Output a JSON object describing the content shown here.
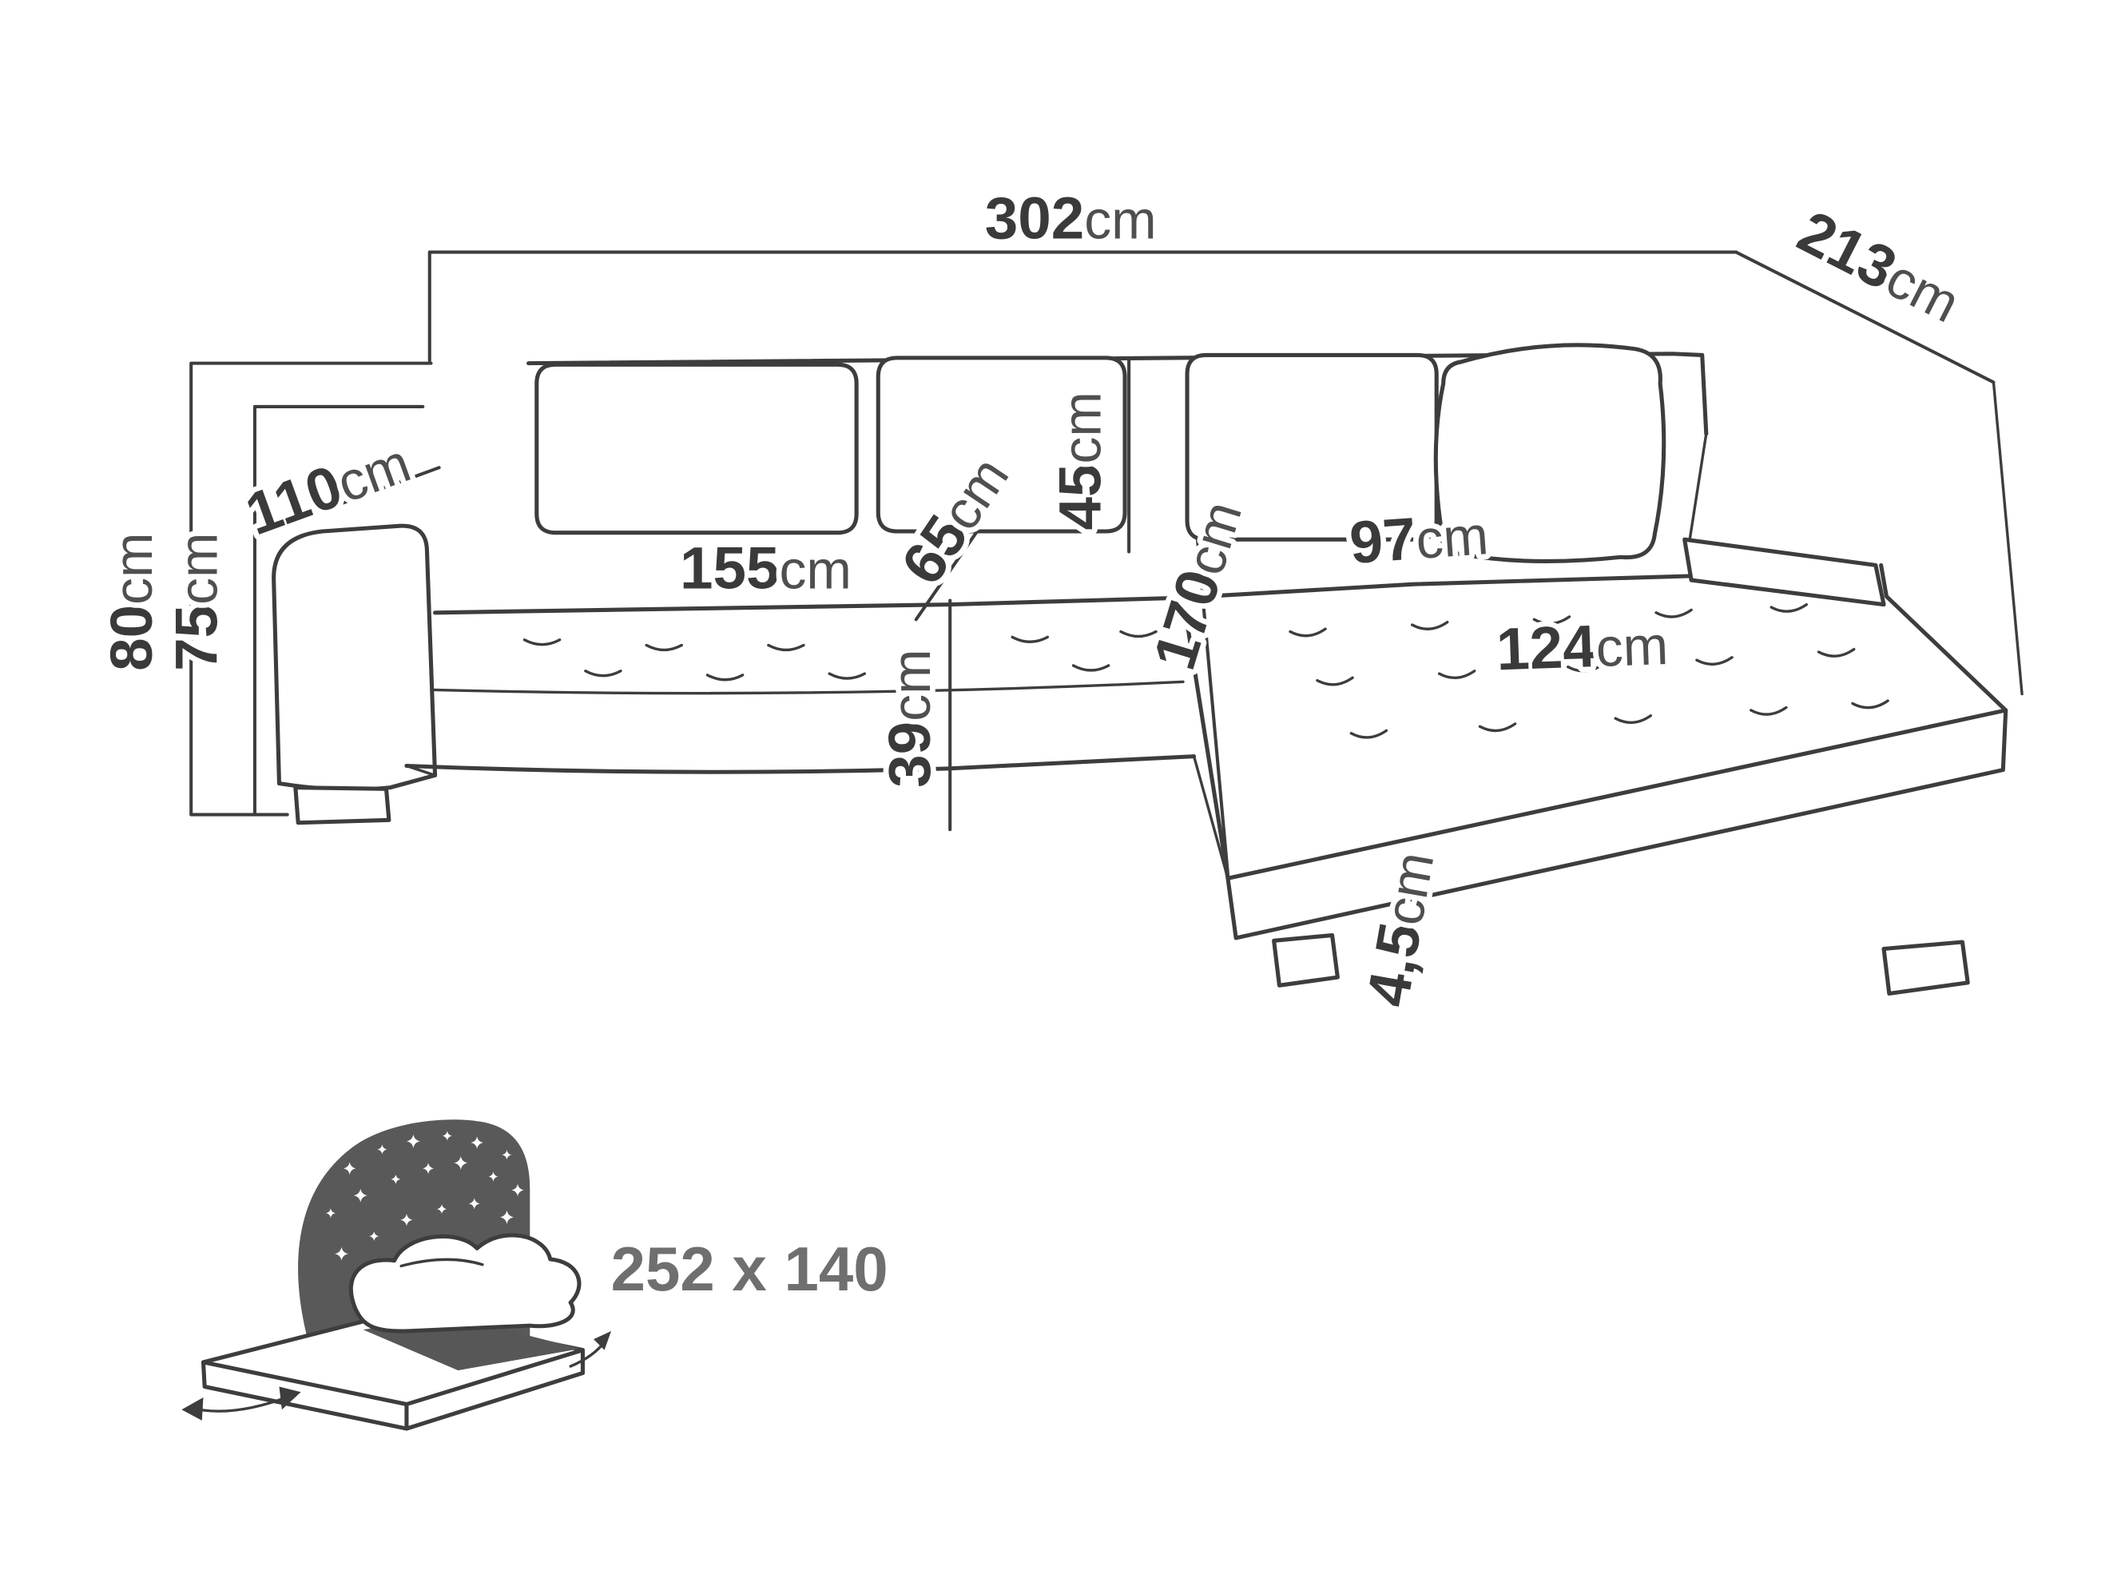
{
  "diagram": {
    "type": "corner-sofa-dimension-drawing",
    "labels": {
      "width_total": {
        "value": "302",
        "unit": "cm"
      },
      "depth_total": {
        "value": "213",
        "unit": "cm"
      },
      "arm_side_depth": {
        "value": "110",
        "unit": "cm"
      },
      "height_total": {
        "value": "80",
        "unit": "cm"
      },
      "height_arm": {
        "value": "75",
        "unit": "cm"
      },
      "seat_width": {
        "value": "155",
        "unit": "cm"
      },
      "seat_depth": {
        "value": "65",
        "unit": "cm"
      },
      "backrest_height": {
        "value": "45",
        "unit": "cm"
      },
      "chaise_length": {
        "value": "170",
        "unit": "cm"
      },
      "chaise_width_top": {
        "value": "97",
        "unit": "cm"
      },
      "chaise_width_seat": {
        "value": "124",
        "unit": "cm"
      },
      "seat_height": {
        "value": "39",
        "unit": "cm"
      },
      "leg_height": {
        "value": "4,5",
        "unit": "cm"
      }
    },
    "sleeping_area": {
      "label": "252 x 140"
    }
  },
  "colors": {
    "background": "#ffffff",
    "line": "#3d3d3d",
    "value_text": "#3a3a3a",
    "unit_text": "#4f4f4f",
    "icon_fill": "#595959",
    "muted_text": "#6f6f6f"
  }
}
